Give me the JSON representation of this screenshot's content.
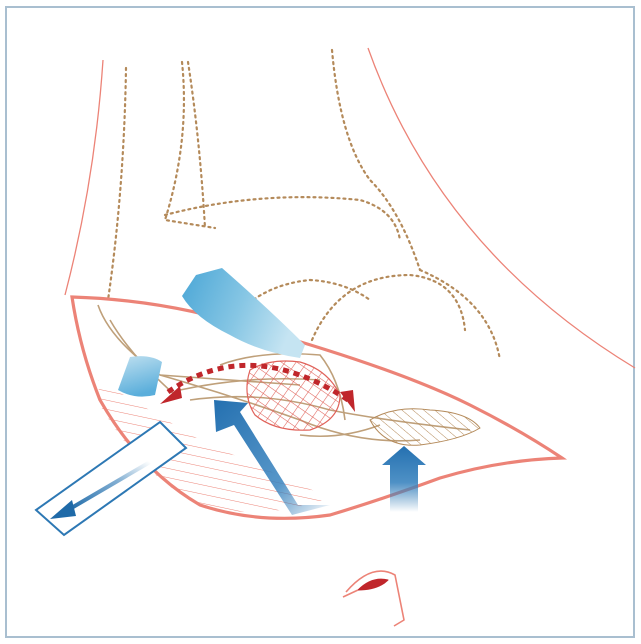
{
  "figure": {
    "colors": {
      "frame": "#a9bfd0",
      "skin_outline": "#ec8377",
      "bone_dotted": "#b48a5a",
      "nerve": "#bfa07a",
      "tendon_blue": "#6cb8dc",
      "arrow_blue": "#2d78b4",
      "arrow_red": "#c0262b",
      "hatch_red": "#e0625a",
      "hatch_brown": "#b48a5a"
    },
    "icons": [
      "eye-icon",
      "red-curved-double-arrow",
      "blue-up-arrow",
      "blue-diagonal-arrow",
      "blue-outward-arrow"
    ]
  }
}
